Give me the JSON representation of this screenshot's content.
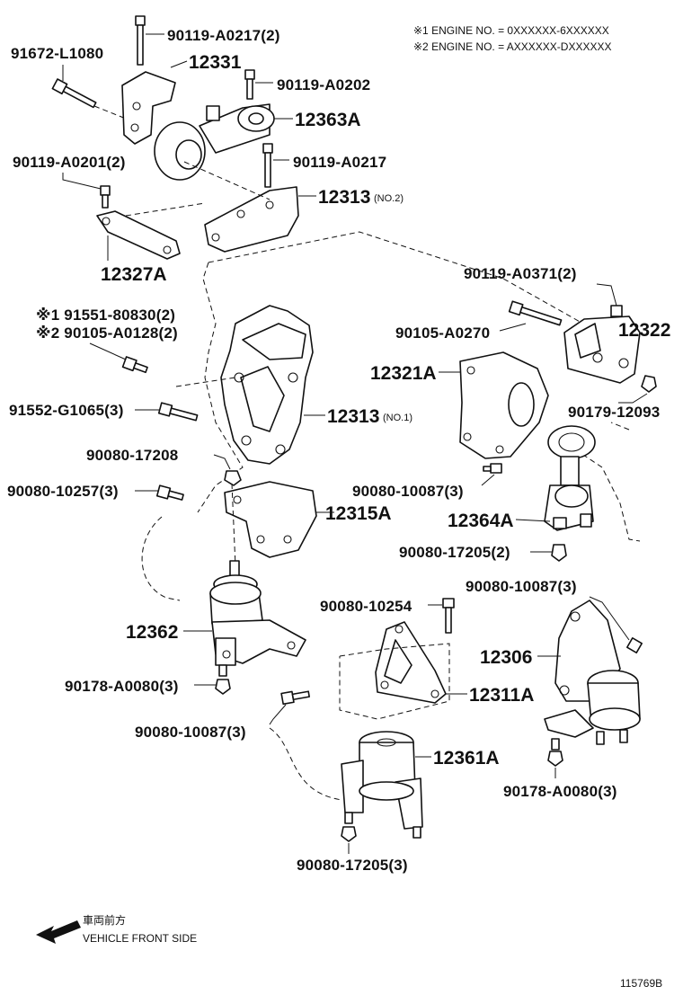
{
  "notes": {
    "n1": "※1 ENGINE NO. = 0XXXXXX-6XXXXXX",
    "n2": "※2 ENGINE NO. = AXXXXXX-DXXXXXX"
  },
  "labels": {
    "p90119_a0217_2": "90119-A0217(2)",
    "p91672_l1080": "91672-L1080",
    "p12331": "12331",
    "p90119_a0202": "90119-A0202",
    "p12363a": "12363A",
    "p90119_a0201_2": "90119-A0201(2)",
    "p90119_a0217": "90119-A0217",
    "p12313_no2": "12313",
    "p12313_no2_suffix": "(NO.2)",
    "p12327a": "12327A",
    "p90119_a0371_2": "90119-A0371(2)",
    "p91551_80830_2": "※1 91551-80830(2)",
    "p90105_a0128_2": "※2 90105-A0128(2)",
    "p90105_a0270": "90105-A0270",
    "p12322": "12322",
    "p12321a": "12321A",
    "p91552_g1065_3": "91552-G1065(3)",
    "p12313_no1": "12313",
    "p12313_no1_suffix": "(NO.1)",
    "p90179_12093": "90179-12093",
    "p90080_17208": "90080-17208",
    "p90080_10087_3_a": "90080-10087(3)",
    "p90080_10257_3": "90080-10257(3)",
    "p12315a": "12315A",
    "p12364a": "12364A",
    "p90080_17205_2": "90080-17205(2)",
    "p90080_10087_3_b": "90080-10087(3)",
    "p90080_10254": "90080-10254",
    "p12362": "12362",
    "p12306": "12306",
    "p90178_a0080_3_a": "90178-A0080(3)",
    "p12311a": "12311A",
    "p90080_10087_3_c": "90080-10087(3)",
    "p12361a": "12361A",
    "p90178_a0080_3_b": "90178-A0080(3)",
    "p90080_17205_3": "90080-17205(3)"
  },
  "direction": {
    "jp": "車両前方",
    "en": "VEHICLE FRONT SIDE"
  },
  "figure_id": "115769B"
}
